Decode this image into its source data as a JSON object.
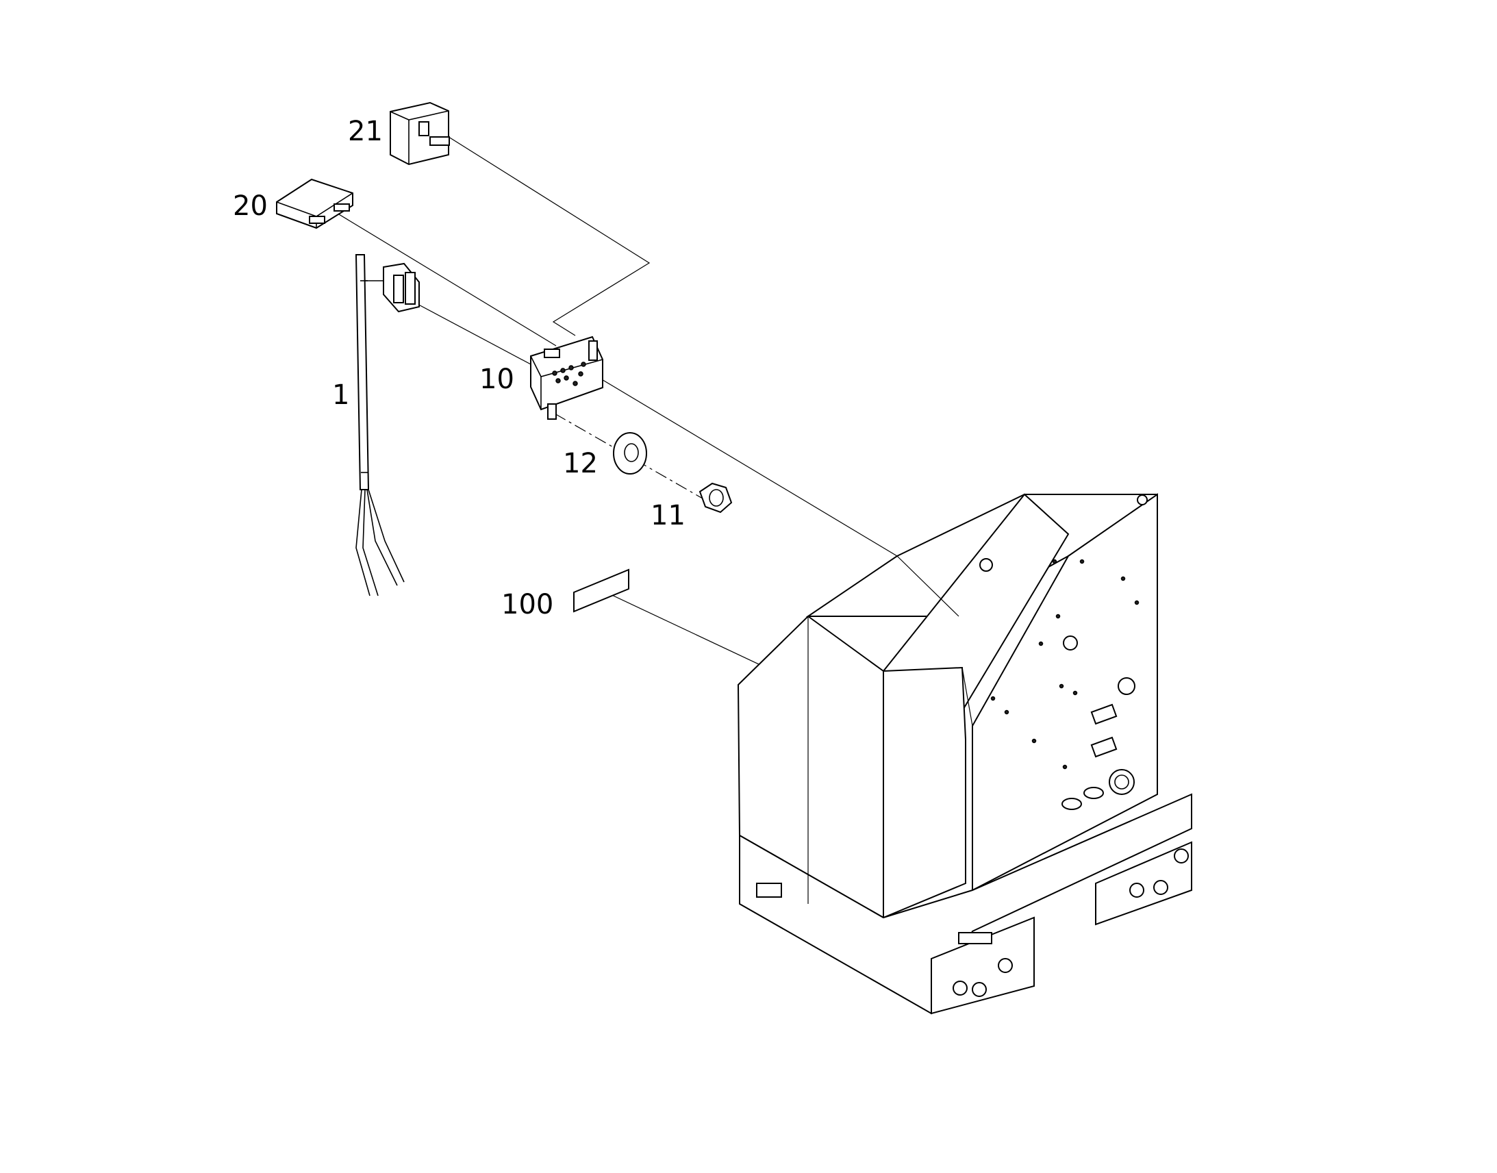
{
  "callouts": {
    "harness": "1",
    "board": "10",
    "nut": "11",
    "washer": "12",
    "fuse": "20",
    "relay": "21",
    "label": "100"
  }
}
